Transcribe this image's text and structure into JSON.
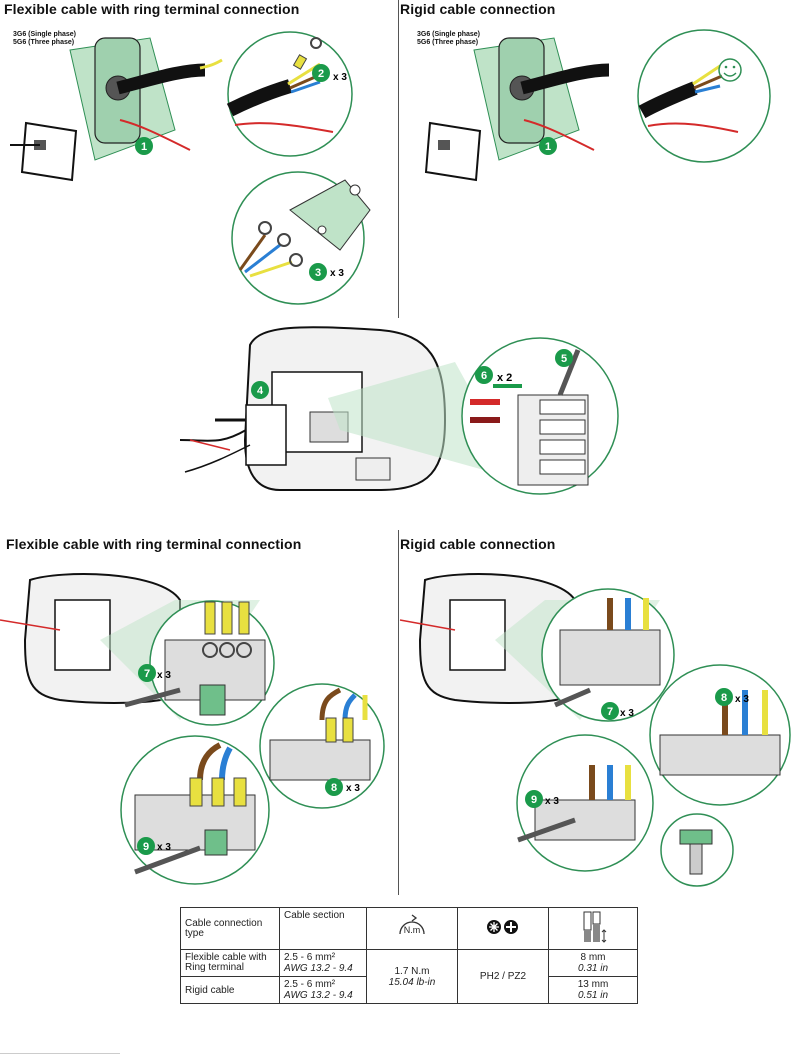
{
  "sections": {
    "top_left_title": "Flexible cable with ring terminal connection",
    "top_right_title": "Rigid cable connection",
    "bottom_left_title": "Flexible cable with ring terminal connection",
    "bottom_right_title": "Rigid cable connection"
  },
  "cable_notes": {
    "single_phase": "3G6 (Single phase)",
    "three_phase": "5G6 (Three phase)"
  },
  "steps": {
    "s1": "1",
    "s2": "2",
    "s2_mult": "x 3",
    "s3": "3",
    "s3_mult": "x 3",
    "s4": "4",
    "s5": "5",
    "s6": "6",
    "s6_mult": "x 2",
    "s7": "7",
    "s7_mult": "x 3",
    "s8": "8",
    "s8_mult": "x 3",
    "s9": "9",
    "s9_mult": "x 3"
  },
  "table": {
    "headers": {
      "type": "Cable connection type",
      "section": "Cable section",
      "torque_unit": "N.m"
    },
    "rows": [
      {
        "type": "Flexible cable with Ring terminal",
        "section": "2.5 - 6 mm²",
        "awg": "AWG 13.2 - 9.4",
        "strip": "8 mm",
        "strip_in": "0.31 in"
      },
      {
        "type": "Rigid cable",
        "section": "2.5 - 6 mm²",
        "awg": "AWG 13.2 - 9.4",
        "strip": "13 mm",
        "strip_in": "0.51 in"
      }
    ],
    "torque": "1.7 N.m",
    "torque_imperial": "15.04 lb-in",
    "screwdriver": "PH2 / PZ2"
  },
  "colors": {
    "step_green": "#1a9a4a",
    "illustration_green": "#bfe3c8",
    "outline_green": "#2f8f55",
    "wire_brown": "#7a4a1c",
    "wire_blue": "#2a7fd4",
    "wire_yellow": "#e8e040",
    "wire_red": "#d42a2a"
  }
}
